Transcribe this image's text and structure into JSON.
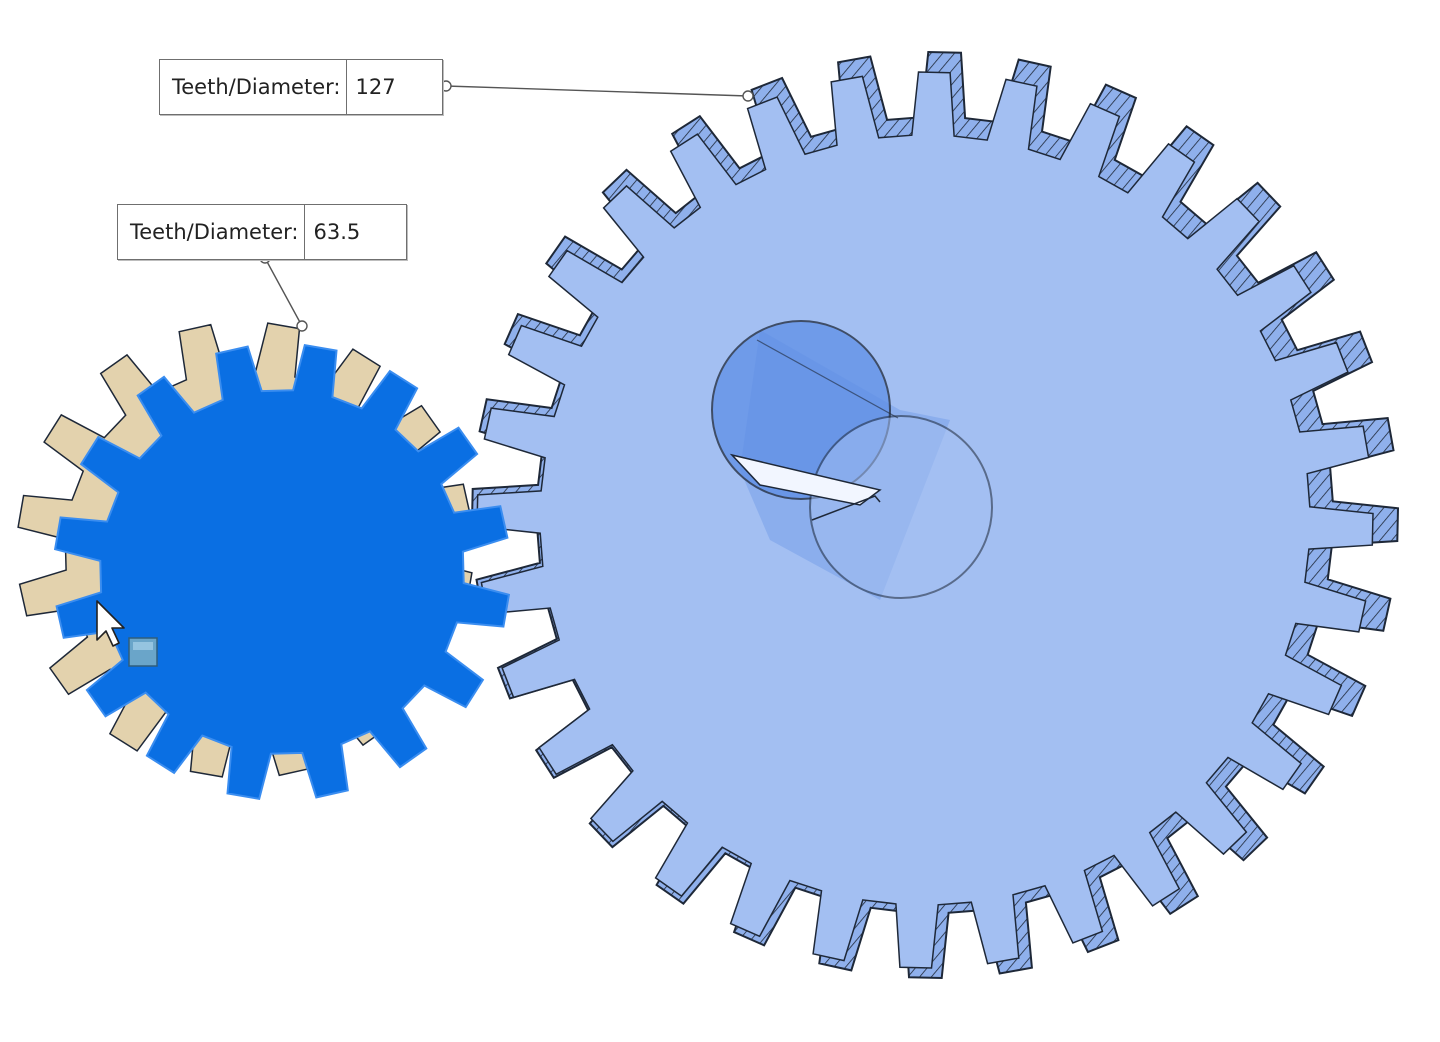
{
  "dimensions": {
    "large_gear": {
      "label": "Teeth/Diameter:",
      "value": "127"
    },
    "small_gear": {
      "label": "Teeth/Diameter:",
      "value": "63.5"
    }
  },
  "colors": {
    "large_gear_fill": "#a3bff2",
    "large_gear_side": "#8fb0ec",
    "small_gear_face": "#0a6fe3",
    "small_gear_back": "#e3d2ad",
    "outline": "#1e2838",
    "hub_fill": "#5e8fe6",
    "cursor_tag": "#6aa5c9"
  },
  "gears": {
    "large": {
      "teeth": 32
    },
    "small": {
      "teeth": 16
    }
  },
  "icons": {
    "cursor": "mouse-pointer-icon",
    "tag": "selection-tag-icon"
  }
}
